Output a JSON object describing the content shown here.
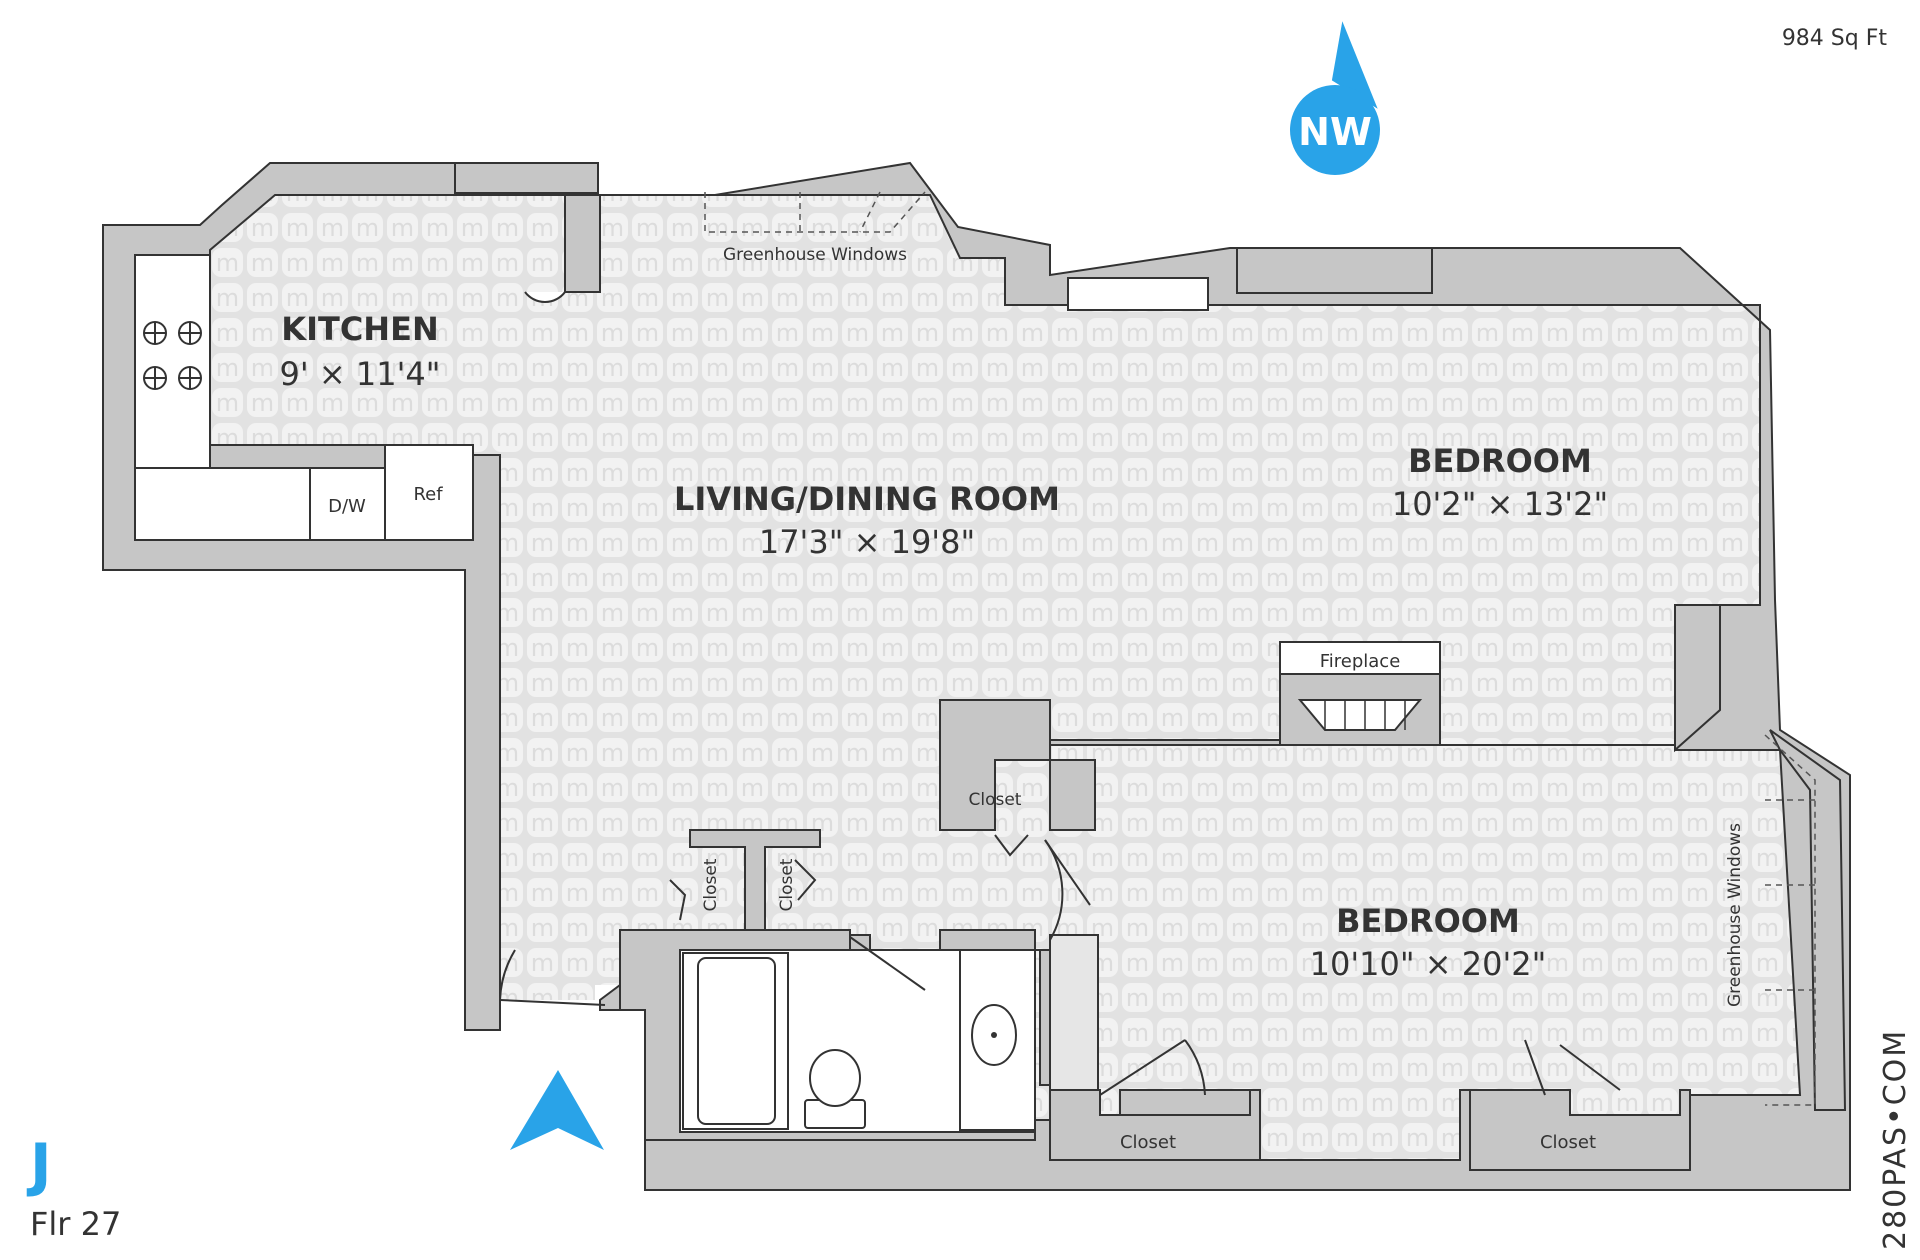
{
  "header": {
    "sq_ft": "984 Sq Ft"
  },
  "compass": {
    "label": "NW"
  },
  "unit": {
    "letter": "J",
    "floor": "Flr 27"
  },
  "brand": {
    "text": "280PAS•COM"
  },
  "rooms": {
    "kitchen": {
      "name": "KITCHEN",
      "dims": "9' × 11'4\""
    },
    "living": {
      "name": "LIVING/DINING ROOM",
      "dims": "17'3\" × 19'8\""
    },
    "bedroom1": {
      "name": "BEDROOM",
      "dims": "10'2\" × 13'2\""
    },
    "bedroom2": {
      "name": "BEDROOM",
      "dims": "10'10\" × 20'2\""
    }
  },
  "labels": {
    "greenhouse_top": "Greenhouse Windows",
    "greenhouse_right": "Greenhouse Windows",
    "dw": "D/W",
    "ref": "Ref",
    "fireplace": "Fireplace",
    "closet_a": "Closet",
    "closet_b": "Closet",
    "closet_c": "Closet",
    "closet_d": "Closet",
    "closet_e": "Closet"
  },
  "colors": {
    "floor": "#e6e6e6",
    "wall": "#c6c6c6",
    "accent": "#29a3e8",
    "text": "#333333"
  }
}
